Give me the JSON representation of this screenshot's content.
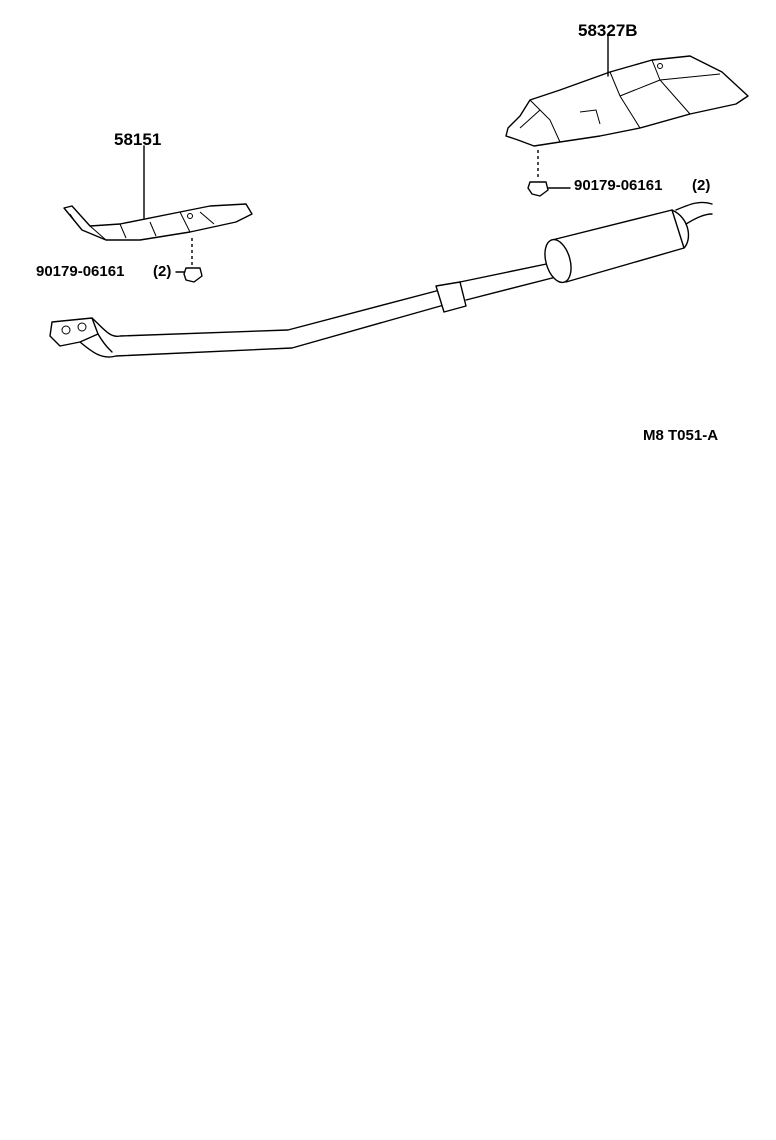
{
  "labels": {
    "part_58327b": "58327B",
    "part_58151": "58151",
    "nut_right": "90179-06161",
    "nut_right_qty": "(2)",
    "nut_left": "90179-06161",
    "nut_left_qty": "(2)",
    "figure_code": "M8 T051-A"
  }
}
